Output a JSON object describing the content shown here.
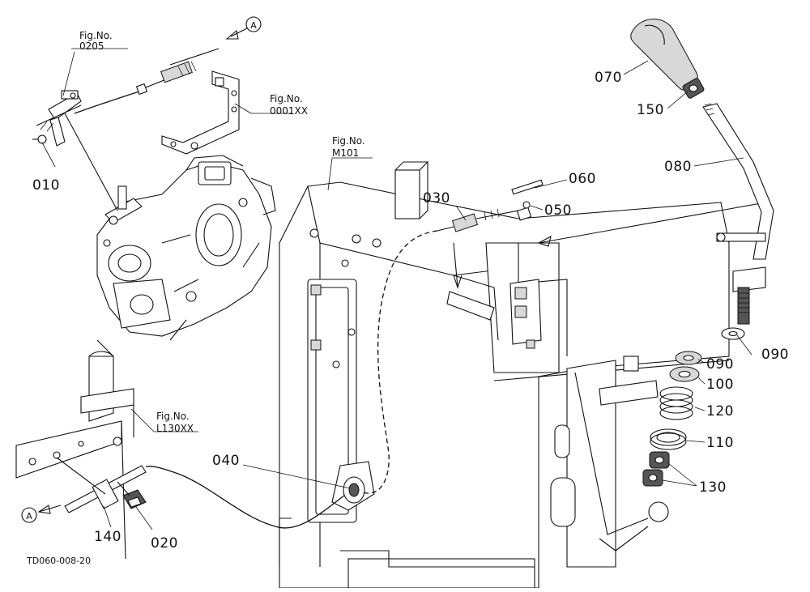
{
  "diagram": {
    "part_labels": [
      {
        "id": "p070",
        "text": "070"
      },
      {
        "id": "p150",
        "text": "150"
      },
      {
        "id": "p080",
        "text": "080"
      },
      {
        "id": "p060",
        "text": "060"
      },
      {
        "id": "p030",
        "text": "030"
      },
      {
        "id": "p050",
        "text": "050"
      },
      {
        "id": "p010",
        "text": "010"
      },
      {
        "id": "p090a",
        "text": "090"
      },
      {
        "id": "p090b",
        "text": "090"
      },
      {
        "id": "p100",
        "text": "100"
      },
      {
        "id": "p120",
        "text": "120"
      },
      {
        "id": "p110",
        "text": "110"
      },
      {
        "id": "p130",
        "text": "130"
      },
      {
        "id": "p040",
        "text": "040"
      },
      {
        "id": "p140",
        "text": "140"
      },
      {
        "id": "p020",
        "text": "020"
      }
    ],
    "figure_refs": [
      {
        "id": "f0205",
        "line1": "Fig.No.",
        "line2": "0205"
      },
      {
        "id": "f0001",
        "line1": "Fig.No.",
        "line2": "0001XX"
      },
      {
        "id": "fm101",
        "line1": "Fig.No.",
        "line2": "M101"
      },
      {
        "id": "fl130",
        "line1": "Fig.No.",
        "line2": "L130XX"
      }
    ],
    "connector_marks": {
      "top": "A",
      "bottom": "A"
    },
    "drawing_code": "TD060-008-20"
  }
}
